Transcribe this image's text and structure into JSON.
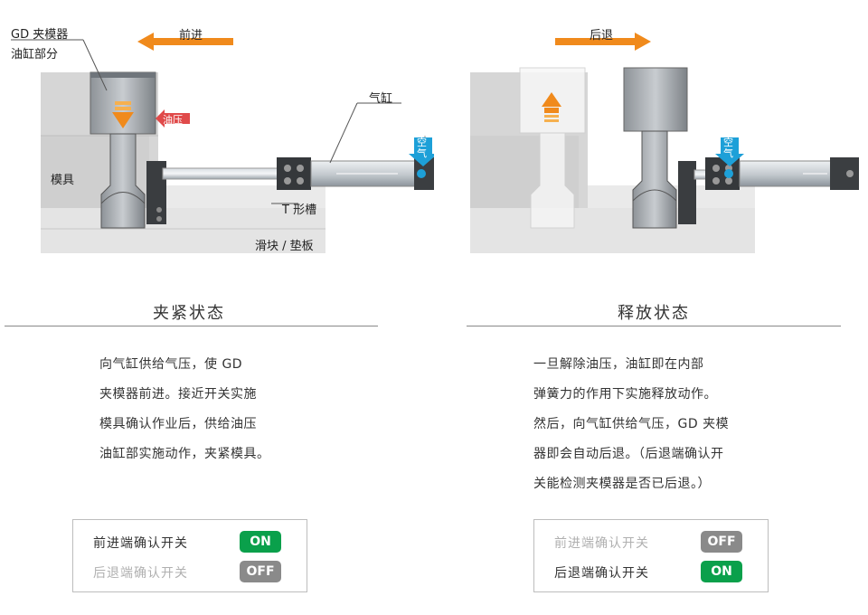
{
  "left_diagram": {
    "direction_label": "前进",
    "gd_label_line1": "GD 夹模器",
    "gd_label_line2": "油缸部分",
    "oil_pressure_label": "油压",
    "cylinder_label": "气缸",
    "air_label": "空气",
    "mold_label": "模具",
    "t_slot_label": "T 形槽",
    "slider_label": "滑块 / 垫板"
  },
  "right_diagram": {
    "direction_label": "后退",
    "air_label": "空气"
  },
  "clamp_state": {
    "title": "夹紧状态",
    "lines": [
      "向气缸供给气压，使 GD",
      "夹模器前进。接近开关实施",
      "模具确认作业后，供给油压",
      "油缸部实施动作，夹紧模具。"
    ],
    "switches": [
      {
        "label": "前进端确认开关",
        "state": "ON"
      },
      {
        "label": "后退端确认开关",
        "state": "OFF"
      }
    ]
  },
  "release_state": {
    "title": "释放状态",
    "lines": [
      "一旦解除油压，油缸即在内部",
      "弹簧力的作用下实施释放动作。",
      "然后，向气缸供给气压，GD 夹模",
      "器即会自动后退。（后退端确认开",
      "关能检测夹模器是否已后退。）"
    ],
    "switches": [
      {
        "label": "前进端确认开关",
        "state": "OFF"
      },
      {
        "label": "后退端确认开关",
        "state": "ON"
      }
    ]
  },
  "colors": {
    "orange": "#f08a1c",
    "red_arrow": "#e04a4a",
    "air_blue": "#1da0d8",
    "on_green": "#0aa04b",
    "off_gray": "#8a8a8a"
  }
}
